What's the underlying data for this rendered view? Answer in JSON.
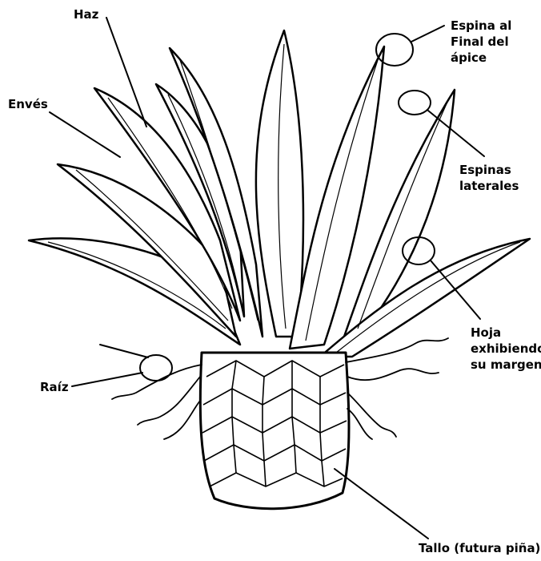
{
  "labels": {
    "haz": "Haz",
    "espina_apice": "Espina al\nFinal del\nápice",
    "enves": "Envés",
    "espinas_laterales": "Espinas\nlaterales",
    "hoja_margen": "Hoja\nexhibiendo\nsu margen",
    "raiz": "Raíz",
    "tallo": "Tallo (futura piña)"
  },
  "colors": {
    "ink": "#000000",
    "paper": "#ffffff"
  }
}
